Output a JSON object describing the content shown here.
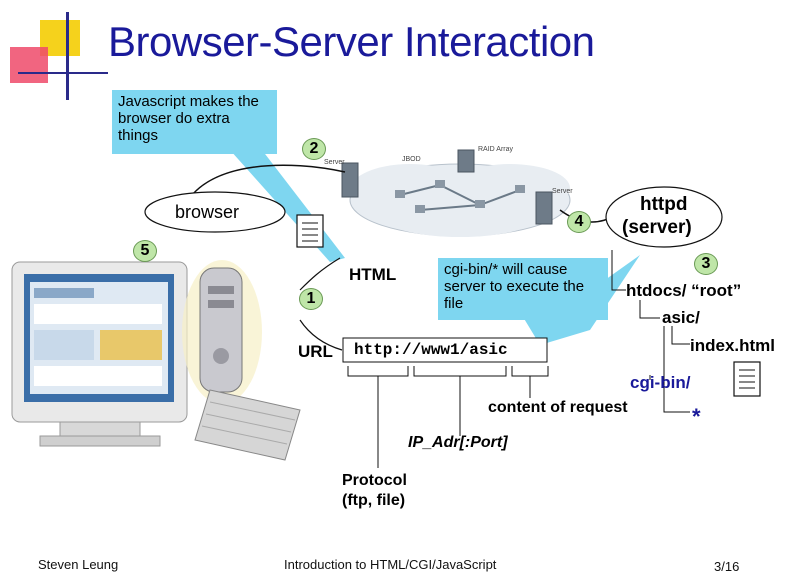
{
  "slide": {
    "title": "Browser-Server Interaction",
    "callout_js": "Javascript makes the browser do extra things",
    "callout_cgi": "cgi-bin/* will cause server to execute the file",
    "browser_label": "browser",
    "server_label_line1": "httpd",
    "server_label_line2": "(server)",
    "html_label": "HTML",
    "url_label": "URL",
    "url_value": "http://www1/asic",
    "steps": [
      "1",
      "2",
      "3",
      "4",
      "5"
    ],
    "tree": {
      "root": "htdocs/ “root”",
      "asic": "asic/",
      "index": "index.html",
      "cgibin": "cgi-bin/",
      "star": "*"
    },
    "url_parts": {
      "content": "content of request",
      "ip": "IP_Adr[:Port]",
      "protocol_line1": "Protocol",
      "protocol_line2": "(ftp, file)"
    },
    "network_labels": {
      "server_a": "Server",
      "ibod": "JBOD",
      "raid": "RAID Array",
      "server_b": "Server"
    }
  },
  "footer": {
    "author": "Steven Leung",
    "course": "Introduction to HTML/CGI/JavaScript",
    "page": "3/16"
  },
  "colors": {
    "title": "#1a1a9a",
    "callout": "#7ed6f0",
    "bubble": "#bfe6a8",
    "accent_blue": "#1a1a9a"
  }
}
